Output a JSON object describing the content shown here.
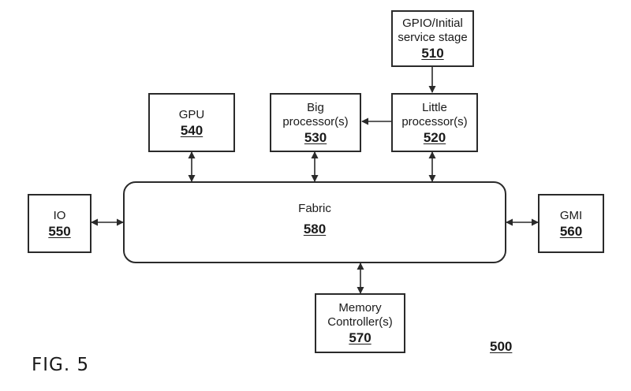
{
  "figure": {
    "label": "FIG. 5",
    "reference": "500"
  },
  "blocks": {
    "gpio": {
      "name_line1": "GPIO/Initial",
      "name_line2": "service stage",
      "ref": "510"
    },
    "little": {
      "name_line1": "Little",
      "name_line2": "processor(s)",
      "ref": "520"
    },
    "big": {
      "name_line1": "Big",
      "name_line2": "processor(s)",
      "ref": "530"
    },
    "gpu": {
      "name": "GPU",
      "ref": "540"
    },
    "io": {
      "name": "IO",
      "ref": "550"
    },
    "gmi": {
      "name": "GMI",
      "ref": "560"
    },
    "memory": {
      "name_line1": "Memory",
      "name_line2": "Controller(s)",
      "ref": "570"
    },
    "fabric": {
      "name": "Fabric",
      "ref": "580"
    }
  },
  "connections": [
    {
      "from": "gpio",
      "to": "little",
      "direction": "one-way"
    },
    {
      "from": "little",
      "to": "big",
      "direction": "one-way"
    },
    {
      "from": "gpu",
      "to": "fabric",
      "direction": "two-way"
    },
    {
      "from": "big",
      "to": "fabric",
      "direction": "two-way"
    },
    {
      "from": "little",
      "to": "fabric",
      "direction": "two-way"
    },
    {
      "from": "io",
      "to": "fabric",
      "direction": "two-way"
    },
    {
      "from": "gmi",
      "to": "fabric",
      "direction": "two-way"
    },
    {
      "from": "memory",
      "to": "fabric",
      "direction": "two-way"
    }
  ]
}
